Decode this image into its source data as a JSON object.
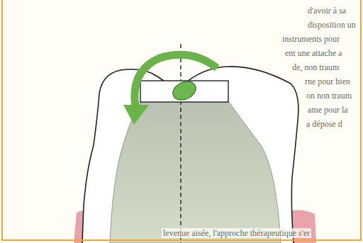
{
  "diagram": {
    "labels": [
      "d'avoir à sa",
      "disposition un",
      "instruments pour",
      "ent une attache a",
      "de, non traum",
      "rne pour bien",
      "on non traum",
      "ame pour la",
      "a dépose d",
      "levenue aisée, l'approche thérapeutique s'er"
    ]
  }
}
